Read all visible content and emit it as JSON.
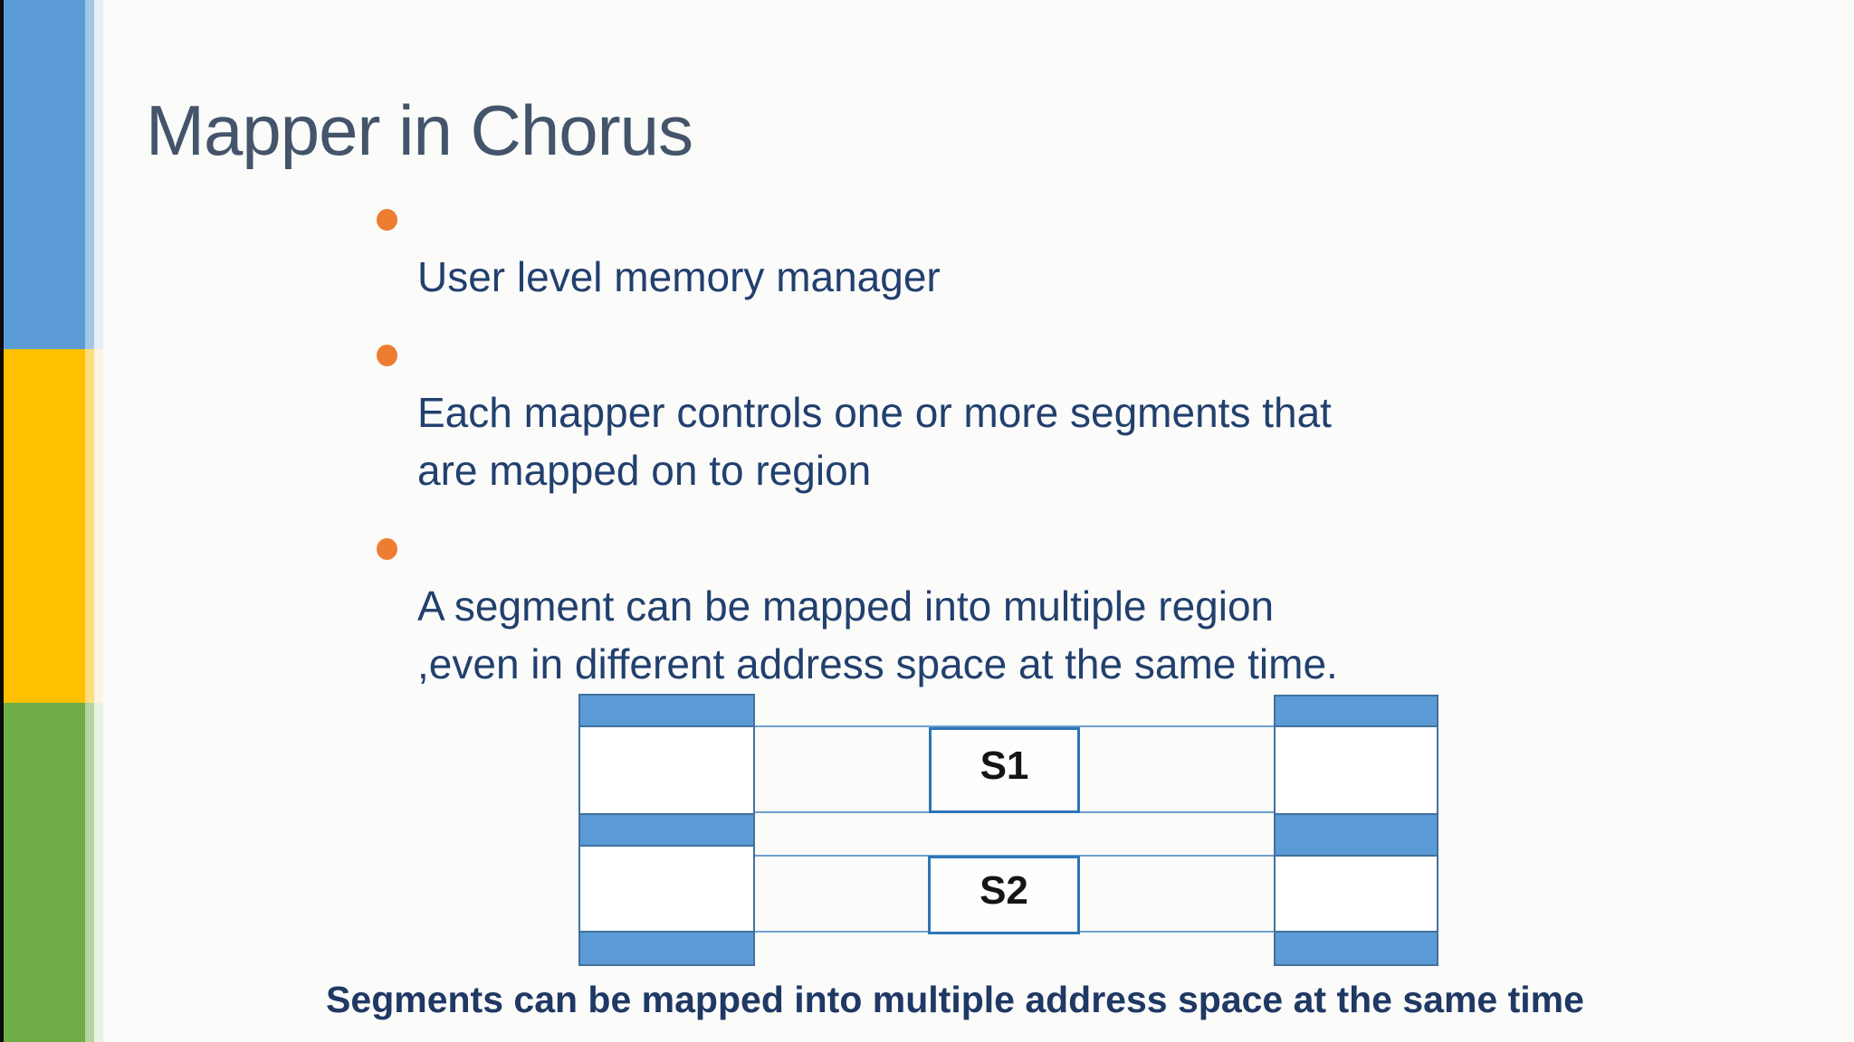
{
  "slide": {
    "title": "Mapper in Chorus",
    "bullets": [
      "User level memory manager",
      "Each mapper controls one or more segments that\nare mapped on to region",
      "A segment can be mapped into multiple region\n,even in different address space at the same time."
    ],
    "diagram": {
      "segments": [
        {
          "label": "S1"
        },
        {
          "label": "S2"
        }
      ],
      "caption": "Segments can be mapped into multiple address space at the same time"
    },
    "colors": {
      "stripe_blue": "#5B9BD5",
      "stripe_yellow": "#FFC000",
      "stripe_green": "#70AD47",
      "title_text": "#44546A",
      "body_text": "#22406E",
      "bullet_dot": "#ED7D31",
      "column_fill": "#5B9BD5",
      "column_border": "#41719C",
      "segment_box_border": "#2E75B6",
      "connector_line": "#6FA0D0",
      "caption_text": "#1F3864",
      "background": "#FBFBFA"
    }
  }
}
